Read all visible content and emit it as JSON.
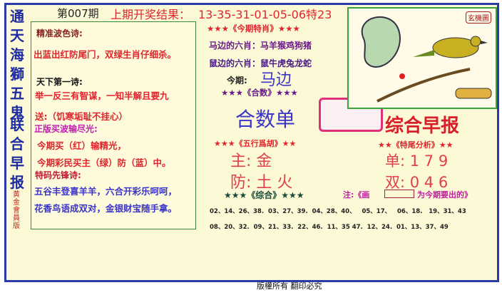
{
  "side_title_top": [
    "通",
    "天",
    "海",
    "獅",
    "五",
    "鬼"
  ],
  "side_title_bottom": [
    "联",
    "合",
    "早",
    "报"
  ],
  "side_small": "黄金會員版",
  "header": {
    "issue": "第007期",
    "last_result_label": "上期开奖结果：",
    "last_result": "13-35-31-01-05-06特23"
  },
  "poems": {
    "p1_title": "精准波色诗:",
    "p1_line": "出蓝出红防尾门，双绿生肖仔细杀。",
    "p2_title": "天下第一诗:",
    "p2_line": "举一反三有智谋，一知半解且要九",
    "p2_gift": "送:（饥寒垢耻不挂心）",
    "p3_title": "正版买波输尽光:",
    "p3_l1": "今期买（红）输精光，",
    "p3_l2": "今期彩民买主（绿）防（蓝）中。",
    "p4_title": "特码先锋诗:",
    "p4_l1": "五谷丰登喜羊羊，六合开彩乐呵呵，",
    "p4_l2": "花香鸟语成双对，金银财宝随手拿。"
  },
  "special": {
    "title": "★★★《今期特肖》★★★",
    "horse_side": "马边的六肖：马羊猴鸡狗猪",
    "rat_side": "鼠边的六肖：鼠牛虎兔龙蛇",
    "this_label": "今期:",
    "this_value": "马边"
  },
  "sum": {
    "title": "★★★《合数》★★★",
    "value": "合数单"
  },
  "brand": "综合早报",
  "logo_text": "玄機圖",
  "wuxing": {
    "title": "★★★《五行爲胡》★★",
    "main": "主: 金",
    "guard": "防: 土 火"
  },
  "tail": {
    "title": "★★《特尾分析》★★",
    "odd": "单: 1 7 9",
    "even": "双: 0 4 6"
  },
  "combo": {
    "title": "★★★《综合》★★★",
    "note": "注:《画",
    "note2": "为今期要出的》",
    "row1": "02、14、26、38.  03、27、39.  04、28、40、   05、17、   06、18.   19、31、43",
    "row2": "08、20、32.  09、21、33.  22、46.  11、35 47.  12、24.  01、13、37、49"
  },
  "footer": "版權所有 翻印必究",
  "colors": {
    "border": "#2a3aa8",
    "background": "#fbf9d6",
    "red": "#e0262d",
    "blue": "#3b34c8"
  }
}
